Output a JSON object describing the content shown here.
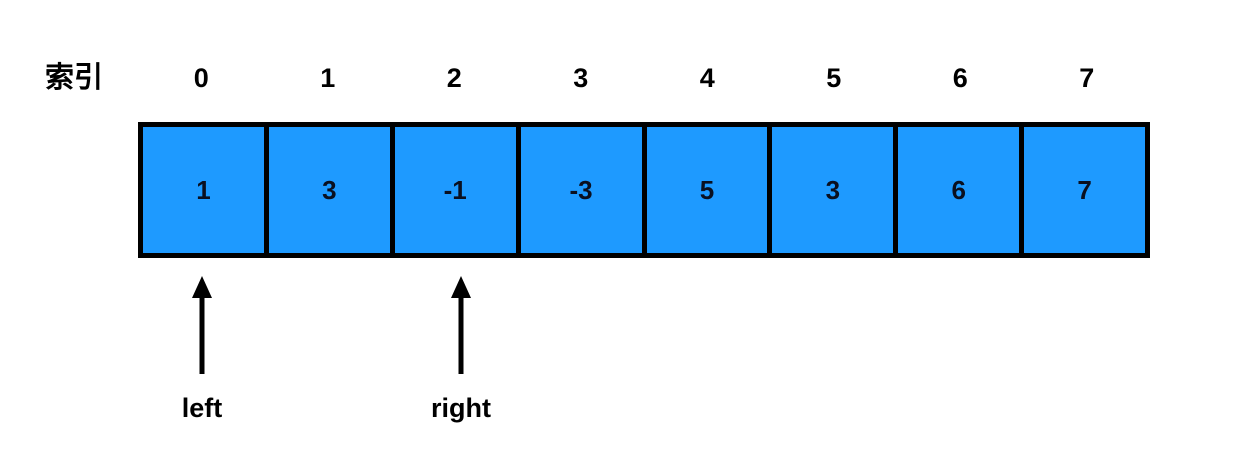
{
  "diagram": {
    "title_label": "索引",
    "colors": {
      "cell_fill": "#1e9aff",
      "border": "#000000",
      "value_text": "#0a1020",
      "label_text": "#000000",
      "background": "#ffffff"
    },
    "indices": [
      "0",
      "1",
      "2",
      "3",
      "4",
      "5",
      "6",
      "7"
    ],
    "values": [
      "1",
      "3",
      "-1",
      "-3",
      "5",
      "3",
      "6",
      "7"
    ],
    "pointers": [
      {
        "label": "left",
        "index": 0,
        "icon": "arrow-up-icon"
      },
      {
        "label": "right",
        "index": 2,
        "icon": "arrow-up-icon"
      }
    ]
  }
}
